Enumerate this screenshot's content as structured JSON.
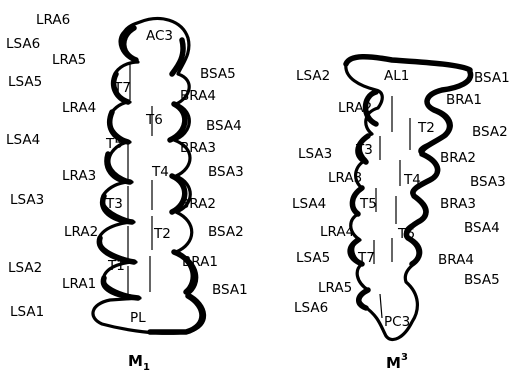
{
  "m1": {
    "caption": "M",
    "caption_sub": "1",
    "labels": {
      "lra6": "LRA6",
      "lsa6": "LSA6",
      "ac3": "AC3",
      "lra5": "LRA5",
      "bsa5": "BSA5",
      "lsa5": "LSA5",
      "t7": "T7",
      "bra4": "BRA4",
      "lra4": "LRA4",
      "t6": "T6",
      "bsa4": "BSA4",
      "lsa4": "LSA4",
      "t5": "T5",
      "bra3": "BRA3",
      "t4": "T4",
      "bsa3": "BSA3",
      "lra3": "LRA3",
      "lsa3": "LSA3",
      "t3": "T3",
      "bra2": "BRA2",
      "lra2": "LRA2",
      "t2": "T2",
      "bsa2": "BSA2",
      "lsa2": "LSA2",
      "t1": "T1",
      "bra1": "BRA1",
      "lra1": "LRA1",
      "bsa1": "BSA1",
      "lsa1": "LSA1",
      "pl": "PL"
    }
  },
  "m3": {
    "caption": "M",
    "caption_sup": "3",
    "labels": {
      "lsa2": "LSA2",
      "al1": "AL1",
      "bsa1": "BSA1",
      "lra2": "LRA2",
      "bra1": "BRA1",
      "t2": "T2",
      "bsa2": "BSA2",
      "lsa3": "LSA3",
      "t3": "T3",
      "bra2": "BRA2",
      "lra3": "LRA3",
      "t4": "T4",
      "bsa3": "BSA3",
      "lsa4": "LSA4",
      "t5": "T5",
      "bra3": "BRA3",
      "lra4": "LRA4",
      "t6": "T6",
      "bsa4": "BSA4",
      "lsa5": "LSA5",
      "t7": "T7",
      "bra4": "BRA4",
      "bsa5": "BSA5",
      "lra5": "LRA5",
      "lsa6": "LSA6",
      "pc3": "PC3"
    }
  }
}
